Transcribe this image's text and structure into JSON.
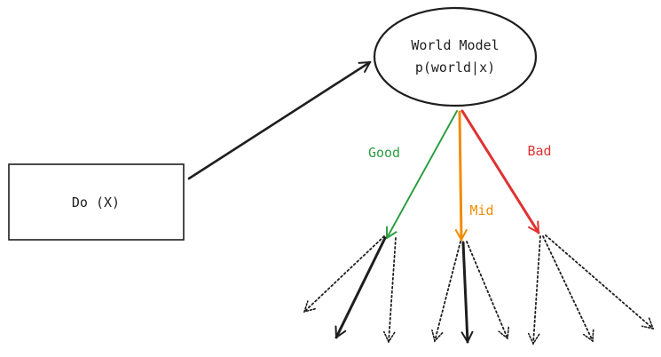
{
  "nodes": {
    "action": {
      "label": "Do (X)"
    },
    "world_model": {
      "line1": "World Model",
      "line2": "p(world|x)"
    }
  },
  "edges": {
    "good": {
      "label": "Good",
      "color": "#2f9e44"
    },
    "mid": {
      "label": "Mid",
      "color": "#f08c00"
    },
    "bad": {
      "label": "Bad",
      "color": "#e03131"
    }
  },
  "colors": {
    "stroke": "#1e1e1e",
    "background": "#ffffff"
  }
}
